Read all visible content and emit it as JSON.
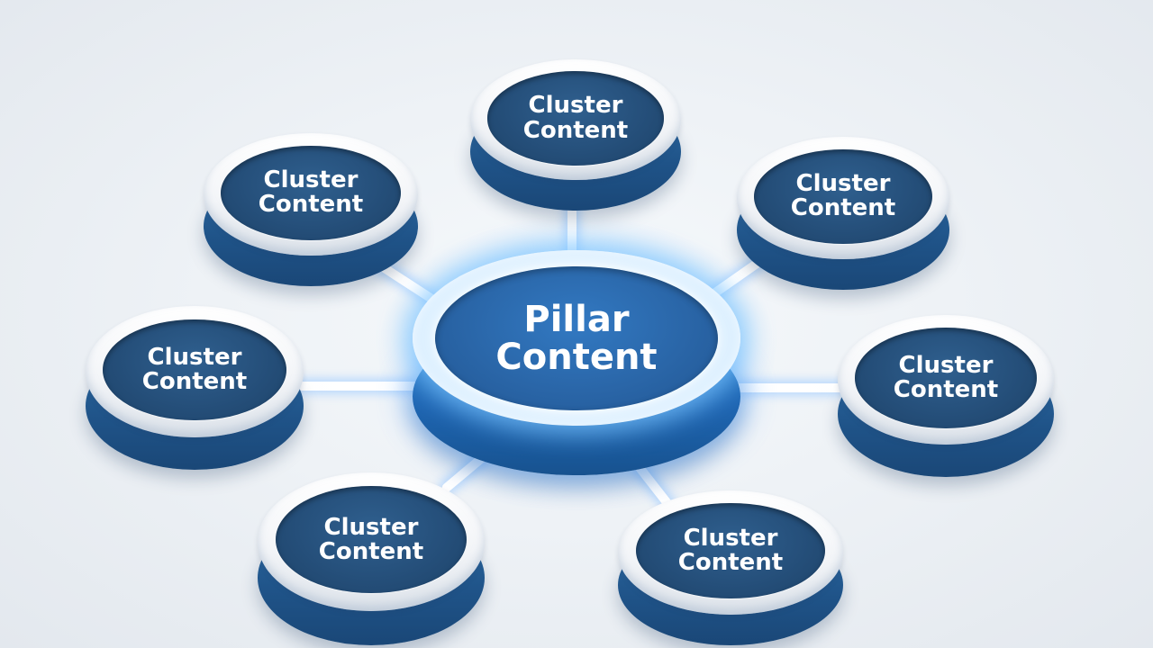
{
  "diagram": {
    "center": {
      "line1": "Pillar",
      "line2": "Content"
    },
    "nodes": [
      {
        "line1": "Cluster",
        "line2": "Content"
      },
      {
        "line1": "Cluster",
        "line2": "Content"
      },
      {
        "line1": "Cluster",
        "line2": "Content"
      },
      {
        "line1": "Cluster",
        "line2": "Content"
      },
      {
        "line1": "Cluster",
        "line2": "Content"
      },
      {
        "line1": "Cluster",
        "line2": "Content"
      },
      {
        "line1": "Cluster",
        "line2": "Content"
      }
    ]
  }
}
